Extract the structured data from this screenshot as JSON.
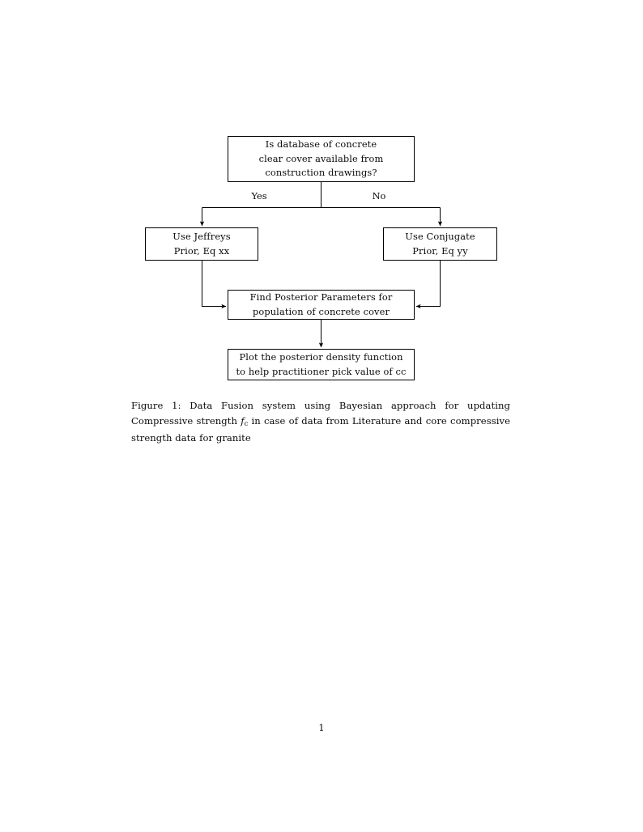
{
  "document": {
    "page_number": "1"
  },
  "figure": {
    "nodes": [
      {
        "id": "question",
        "lines": [
          "Is database of concrete",
          "clear cover available from",
          "construction drawings?"
        ]
      },
      {
        "id": "jeffreys",
        "lines": [
          "Use Jeffreys",
          "Prior, Eq xx"
        ]
      },
      {
        "id": "conjugate",
        "lines": [
          "Use Conjugate",
          "Prior, Eq yy"
        ]
      },
      {
        "id": "posterior",
        "lines": [
          "Find Posterior Parameters for",
          "population of concrete cover"
        ]
      },
      {
        "id": "plot",
        "lines": [
          "Plot the posterior density function",
          "to help practitioner pick value of cc"
        ]
      }
    ],
    "branch_labels": {
      "yes": "Yes",
      "no": "No"
    },
    "line_color": "#000000"
  },
  "caption": {
    "label": "Figure 1:",
    "text_before_math": " Data Fusion system using Bayesian approach for updating Compressive strength ",
    "math_symbol": "f",
    "math_subscript": "c",
    "text_after_math": " in case of data from Literature and core compressive strength data for granite"
  }
}
